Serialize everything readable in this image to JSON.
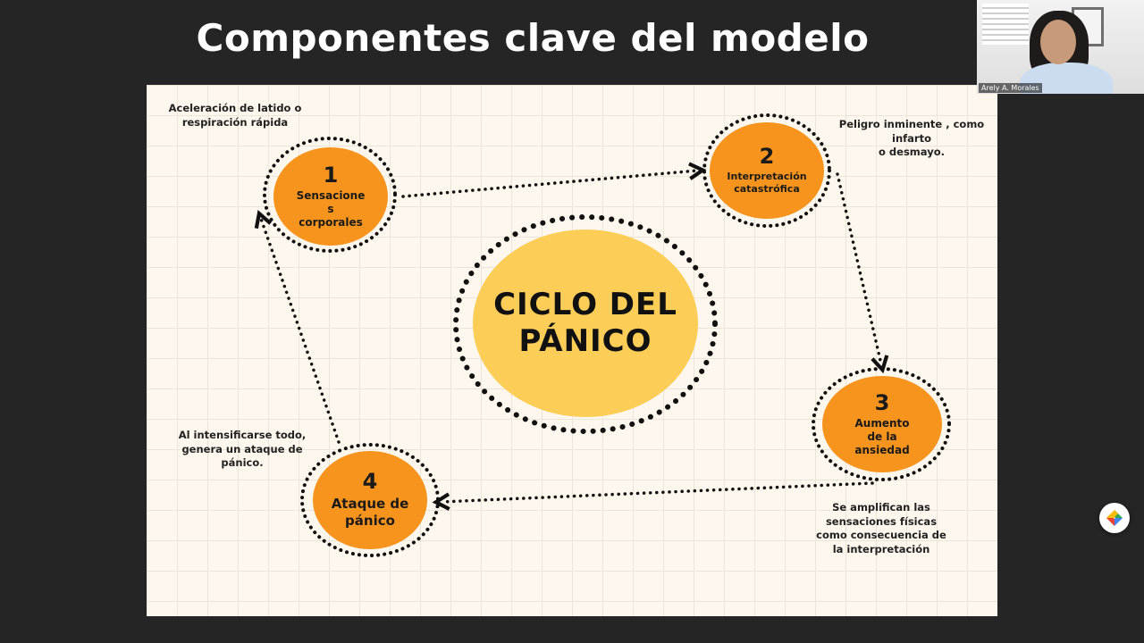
{
  "slide": {
    "title": "Componentes clave del modelo",
    "center_label_line1": "CICLO DEL",
    "center_label_line2": "PÁNICO",
    "steps": [
      {
        "number": "1",
        "label_lines": [
          "Sensacione",
          "s",
          "corporales"
        ],
        "note_lines": [
          "Aceleración de latido o",
          "respiración rápida"
        ]
      },
      {
        "number": "2",
        "label_lines": [
          "Interpretación",
          "catastrófica"
        ],
        "note_lines": [
          "Peligro inminente , como",
          "infarto",
          "o desmayo."
        ]
      },
      {
        "number": "3",
        "label_lines": [
          "Aumento",
          "de la",
          "ansiedad"
        ],
        "note_lines": [
          "Se amplifican las",
          "sensaciones físicas",
          "como consecuencia de",
          "la interpretación"
        ]
      },
      {
        "number": "4",
        "label_lines": [
          "Ataque de",
          "pánico"
        ],
        "note_lines": [
          "Al intensificarse todo,",
          "genera un ataque de",
          "pánico."
        ]
      }
    ]
  },
  "video_tile": {
    "participant_name": "Arely A. Morales"
  },
  "floating_button": {
    "icon": "app-logo-icon"
  },
  "colors": {
    "background": "#252525",
    "slide_bg": "#fdf7ee",
    "step_circle": "#f7941d",
    "center_circle": "#fccd57"
  }
}
